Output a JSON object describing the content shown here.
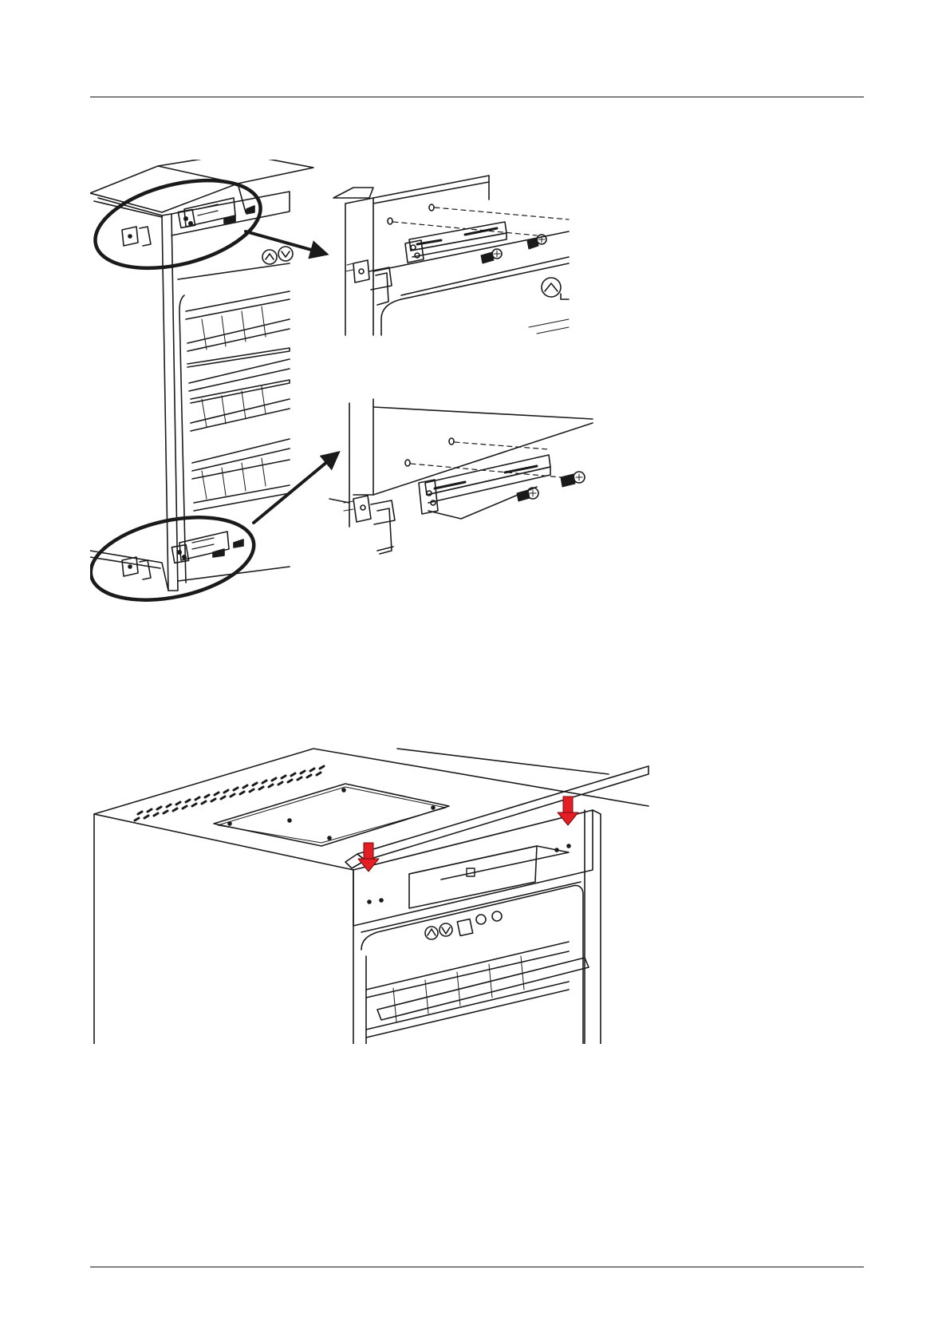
{
  "page": {
    "background": "#ffffff",
    "line_color": "#1a1a1a",
    "accent_arrow_color": "#e31e24"
  },
  "figure_1": {
    "subject": "bracket-mounting-detail",
    "callouts": [
      "top-bracket-callout",
      "bottom-bracket-callout"
    ]
  },
  "figure_2": {
    "subject": "top-panel-installation",
    "arrows": 2
  }
}
